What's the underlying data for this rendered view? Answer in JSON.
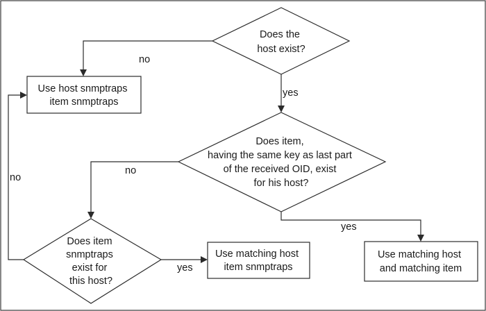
{
  "diagram": {
    "nodes": {
      "host_exists": {
        "lines": [
          "Does the",
          "host exist?"
        ]
      },
      "use_host_snmptraps": {
        "lines": [
          "Use host snmptraps",
          "item snmptraps"
        ]
      },
      "item_key_exists": {
        "lines": [
          "Does item,",
          "having the same key as last part",
          "of the received OID, exist",
          "for his host?"
        ]
      },
      "item_snmptraps_exists": {
        "lines": [
          "Does item",
          "snmptraps",
          "exist for",
          "this host?"
        ]
      },
      "use_matching_host_snmptraps": {
        "lines": [
          "Use matching host",
          "item snmptraps"
        ]
      },
      "use_matching_host_item": {
        "lines": [
          "Use matching host",
          "and matching item"
        ]
      }
    },
    "edges": {
      "host_exists_no": {
        "label": "no"
      },
      "host_exists_yes": {
        "label": "yes"
      },
      "item_key_no": {
        "label": "no"
      },
      "item_key_yes": {
        "label": "yes"
      },
      "item_snmptraps_no": {
        "label": "no"
      },
      "item_snmptraps_yes": {
        "label": "yes"
      }
    }
  }
}
